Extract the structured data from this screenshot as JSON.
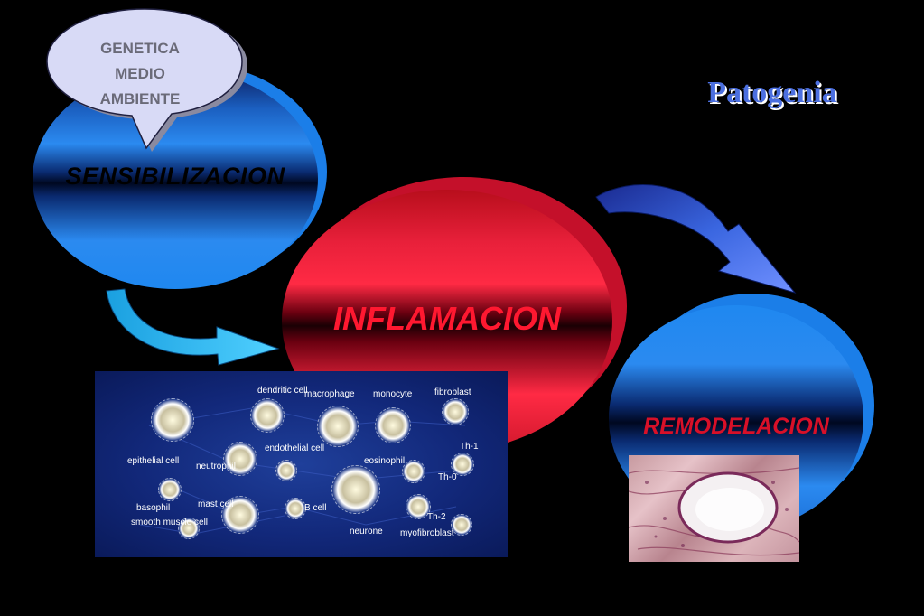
{
  "title": "Patogenia",
  "bubble": {
    "lines": [
      "GENETICA",
      "MEDIO",
      "AMBIENTE"
    ]
  },
  "stages": {
    "sensibilizacion": "SENSIBILIZACION",
    "inflamacion": "INFLAMACION",
    "remodelacion": "REMODELACION"
  },
  "cell_panel": {
    "labels": {
      "dendritic": "dendritic cell",
      "macrophage": "macrophage",
      "monocyte": "monocyte",
      "fibroblast": "fibroblast",
      "epithelial": "epithelial cell",
      "neutrophil": "neutrophil",
      "endothelial": "endothelial cell",
      "eosinophil": "eosinophil",
      "th1": "Th-1",
      "th0": "Th-0",
      "basophil": "basophil",
      "mast": "mast cell",
      "bcell": "B cell",
      "th2": "Th-2",
      "smooth": "smooth muscle cell",
      "neurone": "neurone",
      "myofibroblast": "myofibroblast"
    }
  },
  "colors": {
    "title": "#4b6fe0",
    "sensibilizacion_label": "#000000",
    "inflamacion_label": "#ff1830",
    "remodelacion_label": "#d81028",
    "bubble_fill": "#d8daf6",
    "arrow_cyan": "#2fb8f0",
    "arrow_blue": "#3a66e0"
  }
}
